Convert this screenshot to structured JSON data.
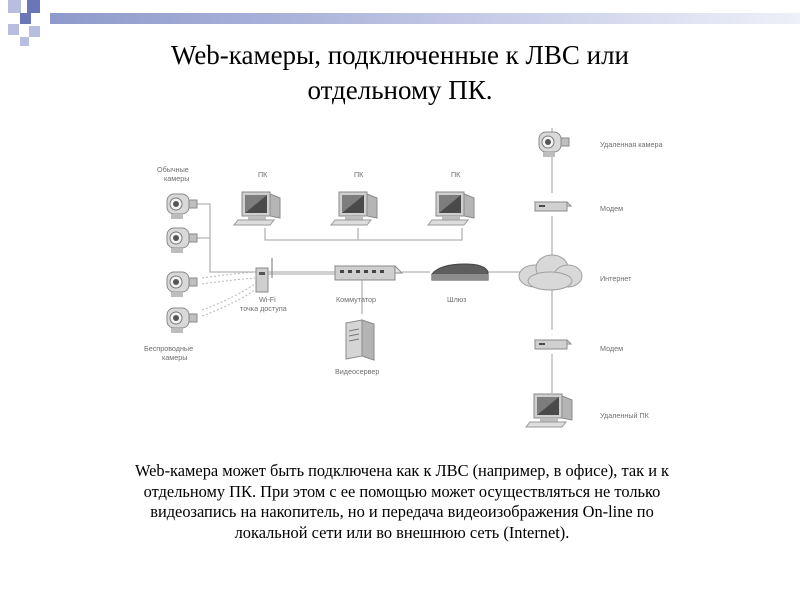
{
  "slide": {
    "title_line1": "Web-камеры, подключенные к ЛВС или",
    "title_line2": "отдельному ПК.",
    "body_lines": [
      "Web-камера может быть подключена как к ЛВС (например, в офисе), так и к",
      "отдельному ПК. При этом с ее помощью может осуществляться не только",
      "видеозапись на накопитель, но и передача видеоизображения On-line по",
      "локальной сети или  во внешнюю сеть (Internet)."
    ]
  },
  "diagram": {
    "labels": {
      "regular_cameras_1": "Обычные",
      "regular_cameras_2": "камеры",
      "pc_1": "ПК",
      "pc_2": "ПК",
      "pc_3": "ПК",
      "remote_camera": "Удаленная камера",
      "modem_top": "Модем",
      "internet": "Интернет",
      "wifi_1": "Wi-Fi",
      "wifi_2": "точка доступа",
      "switch": "Коммутатор",
      "gateway": "Шлюз",
      "wireless_cameras_1": "Беспроводные",
      "wireless_cameras_2": "камеры",
      "modem_bottom": "Модем",
      "video_server": "Видеосервер",
      "remote_pc": "Удаленный ПК"
    }
  },
  "colors": {
    "accent_bar": "#8e9acb",
    "square_dark": "#6b76b8",
    "square_light": "#b7bedf",
    "line": "#b3b3b3",
    "device": "#9a9a9a"
  }
}
